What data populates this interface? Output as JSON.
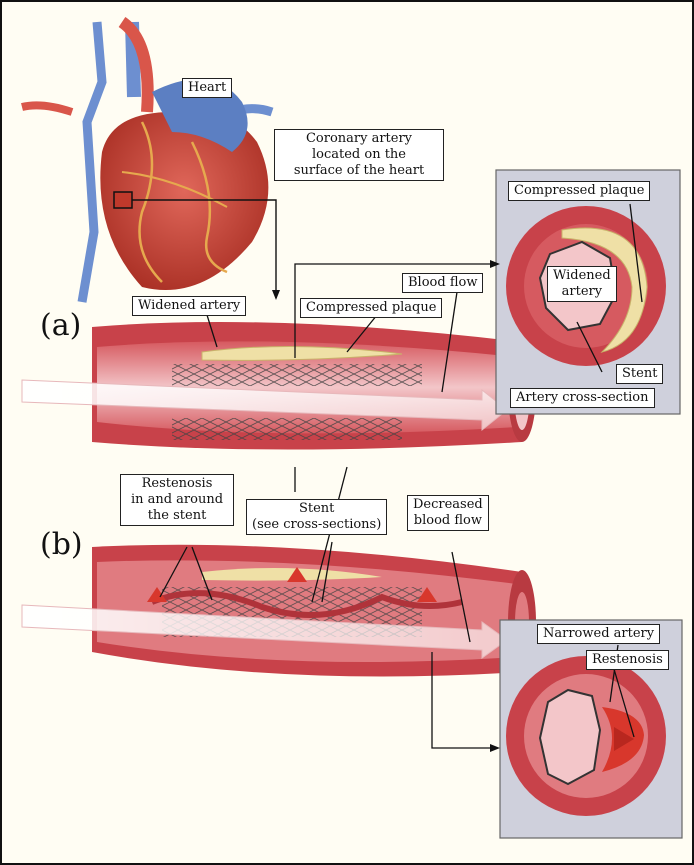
{
  "panels": {
    "a": "(a)",
    "b": "(b)"
  },
  "labels": {
    "heart": "Heart",
    "coronary": [
      "Coronary artery",
      "located on the",
      "surface of the heart"
    ],
    "compressed_plaque_inset": "Compressed plaque",
    "widened_artery_inset": [
      "Widened",
      "artery"
    ],
    "stent_inset": "Stent",
    "artery_cross_section": "Artery cross-section",
    "blood_flow": "Blood flow",
    "widened_artery": "Widened artery",
    "compressed_plaque": "Compressed plaque",
    "restenosis_stent": [
      "Restenosis",
      "in and around",
      "the stent"
    ],
    "stent_see": [
      "Stent",
      "(see cross-sections)"
    ],
    "decreased_flow": [
      "Decreased",
      "blood flow"
    ],
    "narrowed_artery": "Narrowed artery",
    "restenosis": "Restenosis"
  },
  "colors": {
    "artery_wall": "#c8424a",
    "artery_inner": "#e07b80",
    "lumen": "#f6d9dc",
    "plaque": "#efe0a6",
    "inset_bg": "#cfd0dc",
    "heart": "#c0392b",
    "vein": "#5c7fc2"
  }
}
